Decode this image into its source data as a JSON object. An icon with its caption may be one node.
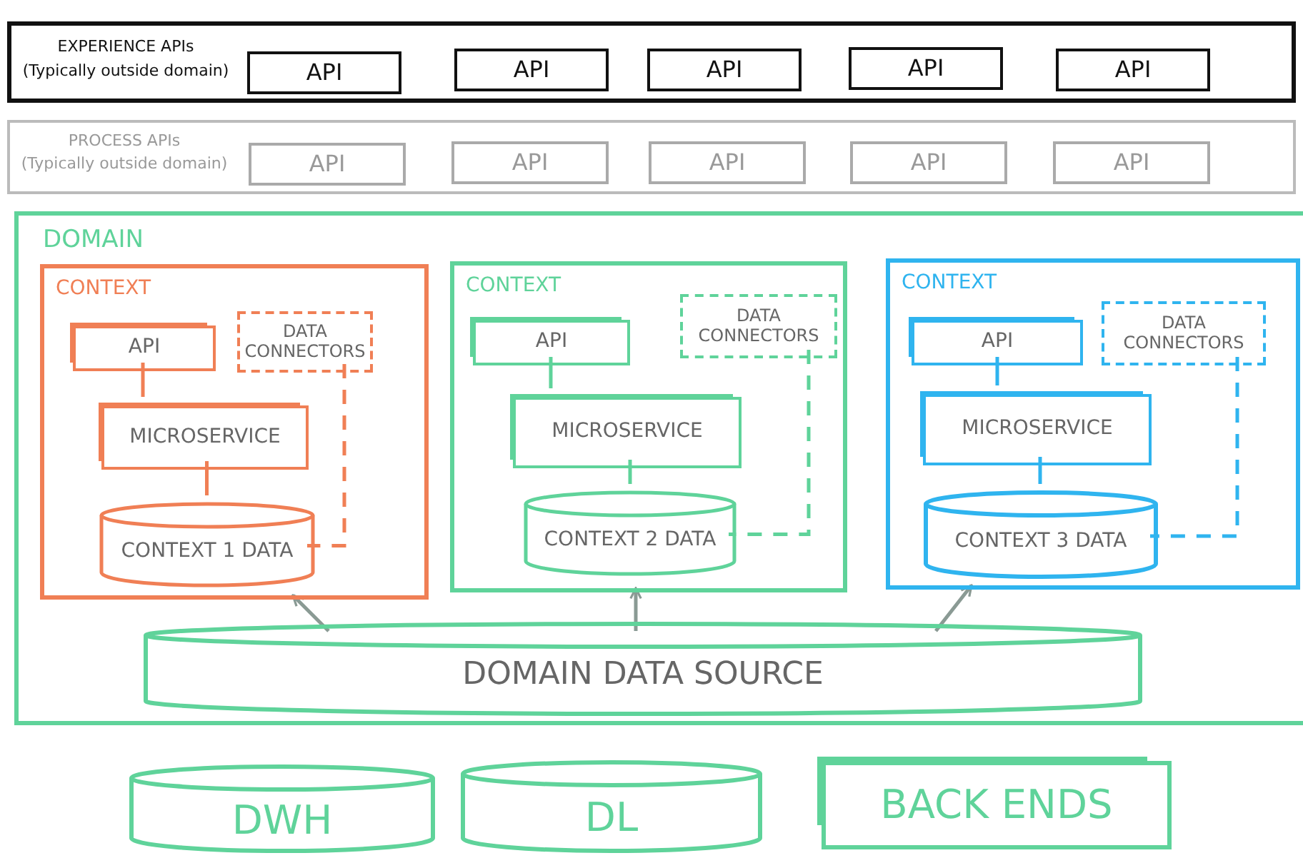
{
  "diagram": {
    "nodes": [
      {
        "text": [
          "EXPERIENCE APIs",
          "(Typically outside domain)"
        ]
      },
      {
        "text": [
          "API"
        ],
        "in": 0
      },
      {
        "text": [
          "API"
        ],
        "in": 0
      },
      {
        "text": [
          "API"
        ],
        "in": 0
      },
      {
        "text": [
          "API"
        ],
        "in": 0
      },
      {
        "text": [
          "API"
        ],
        "in": 0
      },
      {
        "text": [
          "PROCESS APIs",
          "(Typically outside domain)"
        ]
      },
      {
        "text": [
          "API"
        ],
        "in": 6
      },
      {
        "text": [
          "API"
        ],
        "in": 6
      },
      {
        "text": [
          "API"
        ],
        "in": 6
      },
      {
        "text": [
          "API"
        ],
        "in": 6
      },
      {
        "text": [
          "API"
        ],
        "in": 6
      },
      {
        "text": [
          "DOMAIN"
        ]
      },
      {
        "text": [
          "CONTEXT"
        ],
        "in": 12
      },
      {
        "text": [
          "API"
        ],
        "in": 13
      },
      {
        "text": [
          "DATA CONNECTORS"
        ],
        "in": 13
      },
      {
        "text": [
          "MICROSERVICE"
        ],
        "in": 13
      },
      {
        "text": [
          "CONTEXT 1 DATA"
        ],
        "in": 13
      },
      {
        "text": [
          "CONTEXT"
        ],
        "in": 12
      },
      {
        "text": [
          "API"
        ],
        "in": 18
      },
      {
        "text": [
          "DATA CONNECTORS"
        ],
        "in": 18
      },
      {
        "text": [
          "MICROSERVICE"
        ],
        "in": 18
      },
      {
        "text": [
          "CONTEXT 2 DATA"
        ],
        "in": 18
      },
      {
        "text": [
          "CONTEXT"
        ],
        "in": 12
      },
      {
        "text": [
          "API"
        ],
        "in": 23
      },
      {
        "text": [
          "DATA CONNECTORS"
        ],
        "in": 23
      },
      {
        "text": [
          "MICROSERVICE"
        ],
        "in": 23
      },
      {
        "text": [
          "CONTEXT 3 DATA"
        ],
        "in": 23
      },
      {
        "text": [
          "DOMAIN DATA SOURCE"
        ],
        "in": 12
      },
      {
        "text": [
          "DWH"
        ]
      },
      {
        "text": [
          "DL"
        ]
      },
      {
        "text": [
          "BACK ENDS"
        ]
      }
    ],
    "edges": [
      {
        "from": 14,
        "to": 16,
        "arrow": "none",
        "color": "#f07f55"
      },
      {
        "from": 16,
        "to": 17,
        "arrow": "none",
        "color": "#f07f55"
      },
      {
        "from": 15,
        "to": 17,
        "arrow": "none",
        "style": "dashed",
        "color": "#f07f55"
      },
      {
        "from": 19,
        "to": 21,
        "arrow": "none",
        "color": "#5fd39a"
      },
      {
        "from": 21,
        "to": 22,
        "arrow": "none",
        "color": "#5fd39a"
      },
      {
        "from": 20,
        "to": 22,
        "arrow": "none",
        "style": "dashed",
        "color": "#5fd39a"
      },
      {
        "from": 24,
        "to": 26,
        "arrow": "none",
        "color": "#2fb4ef"
      },
      {
        "from": 26,
        "to": 27,
        "arrow": "none",
        "color": "#2fb4ef"
      },
      {
        "from": 25,
        "to": 27,
        "arrow": "none",
        "style": "dashed",
        "color": "#2fb4ef"
      },
      {
        "from": 28,
        "to": 13,
        "arrow": "to",
        "color": "#8a9a94"
      },
      {
        "from": 28,
        "to": 18,
        "arrow": "to",
        "color": "#8a9a94"
      },
      {
        "from": 28,
        "to": 23,
        "arrow": "to",
        "color": "#8a9a94"
      }
    ]
  }
}
